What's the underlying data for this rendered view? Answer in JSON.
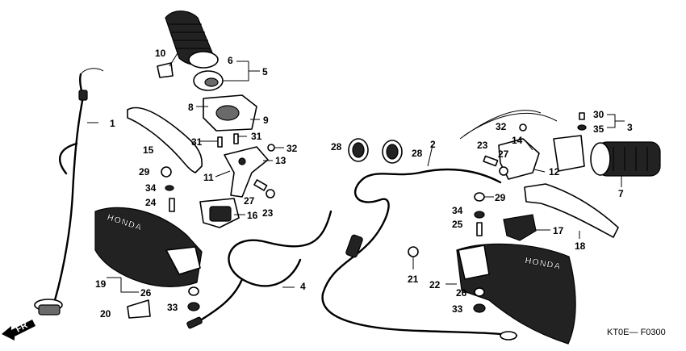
{
  "callouts": {
    "p1": "1",
    "p2": "2",
    "p3": "3",
    "p4": "4",
    "p5": "5",
    "p6": "6",
    "p7": "7",
    "p8": "8",
    "p9": "9",
    "p10": "10",
    "p11": "11",
    "p12": "12",
    "p13": "13",
    "p14": "14",
    "p15": "15",
    "p16": "16",
    "p17": "17",
    "p18": "18",
    "p19": "19",
    "p20": "20",
    "p21": "21",
    "p22": "22",
    "p23a": "23",
    "p23b": "23",
    "p24": "24",
    "p25": "25",
    "p26a": "26",
    "p26b": "26",
    "p27a": "27",
    "p27b": "27",
    "p28a": "28",
    "p28b": "28",
    "p29a": "29",
    "p29b": "29",
    "p30": "30",
    "p31a": "31",
    "p31b": "31",
    "p32a": "32",
    "p32b": "32",
    "p33a": "33",
    "p33b": "33",
    "p34a": "34",
    "p34b": "34",
    "p35": "35"
  },
  "labels": {
    "brand_left": "HONDA",
    "brand_right": "HONDA",
    "direction": "FR",
    "diagram_code": "KT0E— F0300"
  }
}
